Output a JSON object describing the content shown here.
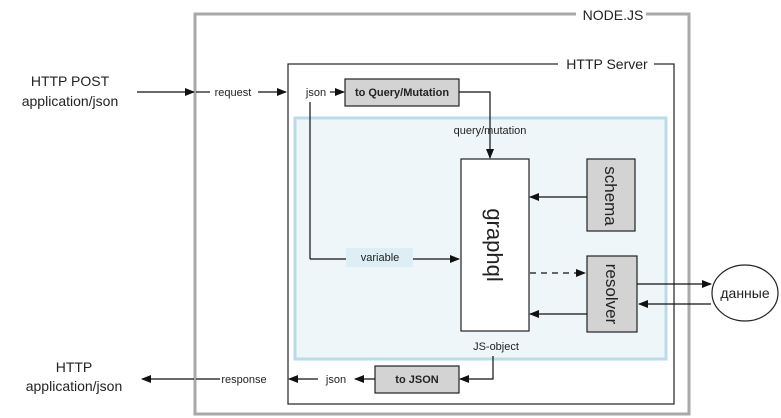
{
  "containers": {
    "nodejs": "NODE.JS",
    "http_server": "HTTP Server"
  },
  "inputs": {
    "http_post_line1": "HTTP POST",
    "http_post_line2": "application/json"
  },
  "outputs": {
    "http_line1": "HTTP",
    "http_line2": "application/json"
  },
  "labels": {
    "request": "request",
    "json_in": "json",
    "query_mutation": "query/mutation",
    "variable": "variable",
    "js_object": "JS-object",
    "json_out": "json",
    "response": "response"
  },
  "boxes": {
    "to_query_mutation": "to Query/Mutation",
    "graphql": "graphql",
    "schema": "schema",
    "resolver": "resolver",
    "to_json": "to JSON"
  },
  "external": {
    "data": "данные"
  },
  "colors": {
    "outer_border": "#a9a9a9",
    "inner_area_fill": "#eef6f9",
    "inner_area_border": "#b9dce8",
    "gray_box": "#d3d3d3",
    "label_fill": "#ddeef4"
  }
}
